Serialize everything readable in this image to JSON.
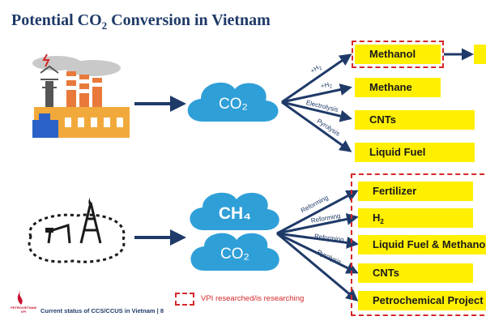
{
  "title": {
    "prefix": "Potential CO",
    "subscript": "2",
    "suffix": " Conversion in Vietnam"
  },
  "top_flow": {
    "source": "CO₂",
    "routes": [
      {
        "label": "+H",
        "label_sub": "2",
        "product": "Methanol"
      },
      {
        "label": "+H",
        "label_sub": "2",
        "product": "Methane"
      },
      {
        "label": "Electrolysis",
        "label_sub": "",
        "product": "CNTs"
      },
      {
        "label": "Pyrolysis",
        "label_sub": "",
        "product": "Liquid Fuel"
      }
    ]
  },
  "bottom_flow": {
    "source_top": "CH₄",
    "source_bottom": "CO₂",
    "routes": [
      {
        "label": "Reforming",
        "label_sub": "",
        "product": "Fertilizer",
        "product_sub": ""
      },
      {
        "label": "Reforming",
        "label_sub": "",
        "product": "H",
        "product_sub": "2"
      },
      {
        "label": "Reforming",
        "label_sub": "",
        "product": "Liquid Fuel & Methanol",
        "product_sub": ""
      },
      {
        "label": "Pyrolysis",
        "label_sub": "",
        "product": "CNTs",
        "product_sub": ""
      },
      {
        "label": "",
        "label_sub": "",
        "product": "Petrochemical Project",
        "product_sub": ""
      }
    ]
  },
  "legend": {
    "text": "VPI researched/is researching"
  },
  "footer": {
    "text": "Current status of CCS/CCUS in Vietnam   |  8"
  },
  "logo": {
    "text": "PETROVIETNAM VPI"
  },
  "colors": {
    "box": "#ffef00",
    "arrow": "#1f3a68",
    "dash": "#d62828",
    "cloud": "#2f9fd8",
    "title": "#1f3a68"
  }
}
